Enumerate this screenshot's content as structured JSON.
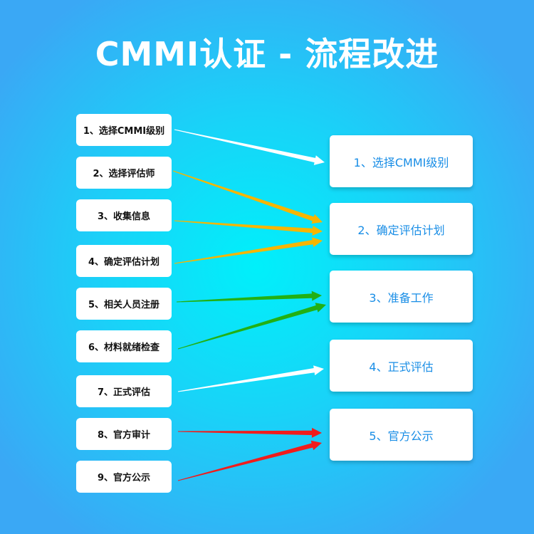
{
  "title": "CMMI认证 - 流程改进",
  "left_steps": [
    "1、选择CMMI级别",
    "2、选择评估师",
    "3、收集信息",
    "4、确定评估计划",
    "5、相关人员注册",
    "6、材料就绪检查",
    "7、正式评估",
    "8、官方审计",
    "9、官方公示"
  ],
  "right_phases": [
    "1、选择CMMI级别",
    "2、确定评估计划",
    "3、准备工作",
    "4、正式评估",
    "5、官方公示"
  ],
  "arrows": [
    {
      "from": 1,
      "to": 1,
      "color": "#ffffff"
    },
    {
      "from": 2,
      "to": 2,
      "color": "#f7b500"
    },
    {
      "from": 3,
      "to": 2,
      "color": "#f7b500"
    },
    {
      "from": 4,
      "to": 2,
      "color": "#f7b500"
    },
    {
      "from": 5,
      "to": 3,
      "color": "#22b014"
    },
    {
      "from": 6,
      "to": 3,
      "color": "#22b014"
    },
    {
      "from": 7,
      "to": 4,
      "color": "#ffffff"
    },
    {
      "from": 8,
      "to": 5,
      "color": "#f01c1c"
    },
    {
      "from": 9,
      "to": 5,
      "color": "#f01c1c"
    }
  ]
}
